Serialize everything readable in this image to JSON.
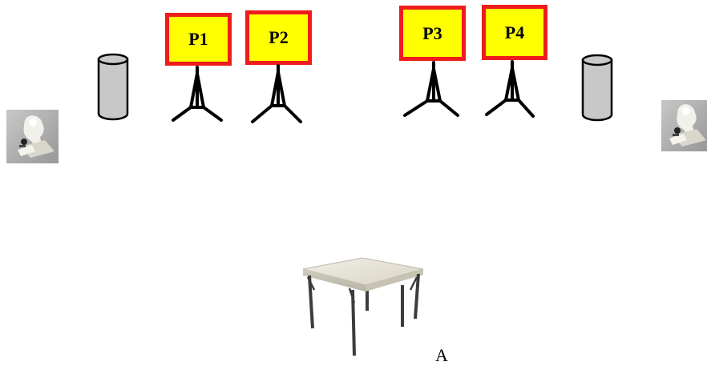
{
  "colors": {
    "panel_fill": "#ffff00",
    "panel_border": "#ee1c1c",
    "stand": "#000000",
    "cylinder_fill": "#c8c8c8",
    "robot_background": "#a9a9a9",
    "table_top": "#e6e3d6",
    "table_legs": "#3c3c3c"
  },
  "panels": [
    {
      "label": "P1"
    },
    {
      "label": "P2"
    },
    {
      "label": "P3"
    },
    {
      "label": "P4"
    }
  ],
  "table": {
    "label": "A"
  },
  "icons": {
    "left_robot": "robot-icon",
    "right_robot": "robot-icon",
    "left_bin": "cylinder-icon",
    "right_bin": "cylinder-icon",
    "table": "table-icon"
  }
}
